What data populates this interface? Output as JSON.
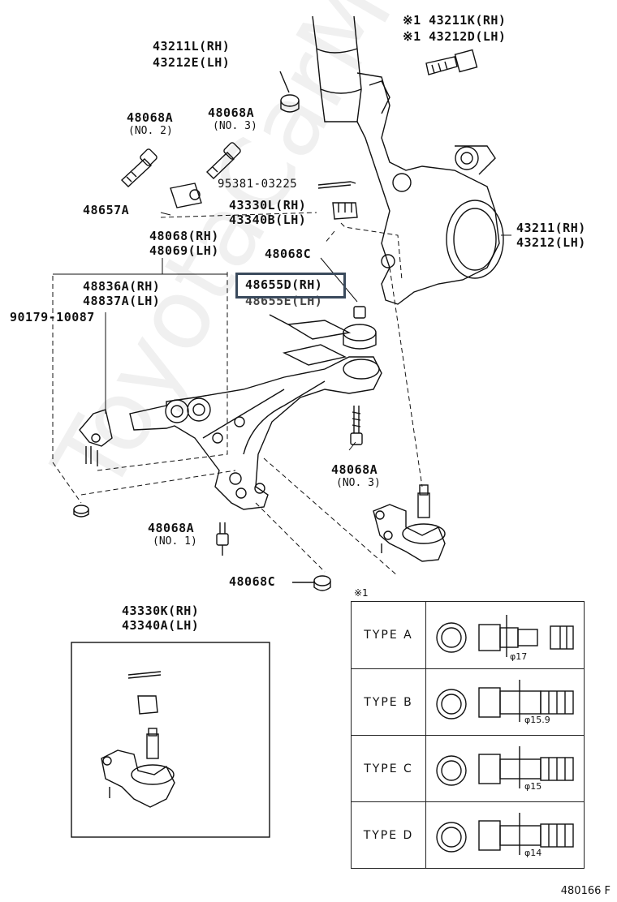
{
  "labels": {
    "l43211k": "※1 43211K(RH)",
    "l43212d": "※1 43212D(LH)",
    "l43211l": "43211L(RH)",
    "l43212e": "43212E(LH)",
    "l48068a_no2": "48068A",
    "no2": "(NO. 2)",
    "l48068a_no3_top": "48068A",
    "no3_top": "(NO. 3)",
    "l95381": "95381-03225",
    "l48657a": "48657A",
    "l43330l": "43330L(RH)",
    "l43340b": "43340B(LH)",
    "l43211": "43211(RH)",
    "l43212": "43212(LH)",
    "l48068_rh": "48068(RH)",
    "l48069_lh": "48069(LH)",
    "l48068c_top": "48068C",
    "l48836a": "48836A(RH)",
    "l48837a": "48837A(LH)",
    "l48655d": "48655D(RH)",
    "l48655e": "48655E(LH)",
    "l90179": "90179-10087",
    "l48068a_no3_mid": "48068A",
    "no3_mid": "(NO. 3)",
    "l48068a_no1": "48068A",
    "no1": "(NO. 1)",
    "l48068c_bot": "48068C",
    "l43330k": "43330K(RH)",
    "l43340a": "43340A(LH)"
  },
  "table": {
    "note": "※1",
    "rows": [
      {
        "type": "TYPE  A",
        "dim": "φ17"
      },
      {
        "type": "TYPE  B",
        "dim": "φ15.9"
      },
      {
        "type": "TYPE  C",
        "dim": "φ15"
      },
      {
        "type": "TYPE  D",
        "dim": "φ14"
      }
    ]
  },
  "footer": "480166 F",
  "watermark": "ToyotaCarMini.ru"
}
